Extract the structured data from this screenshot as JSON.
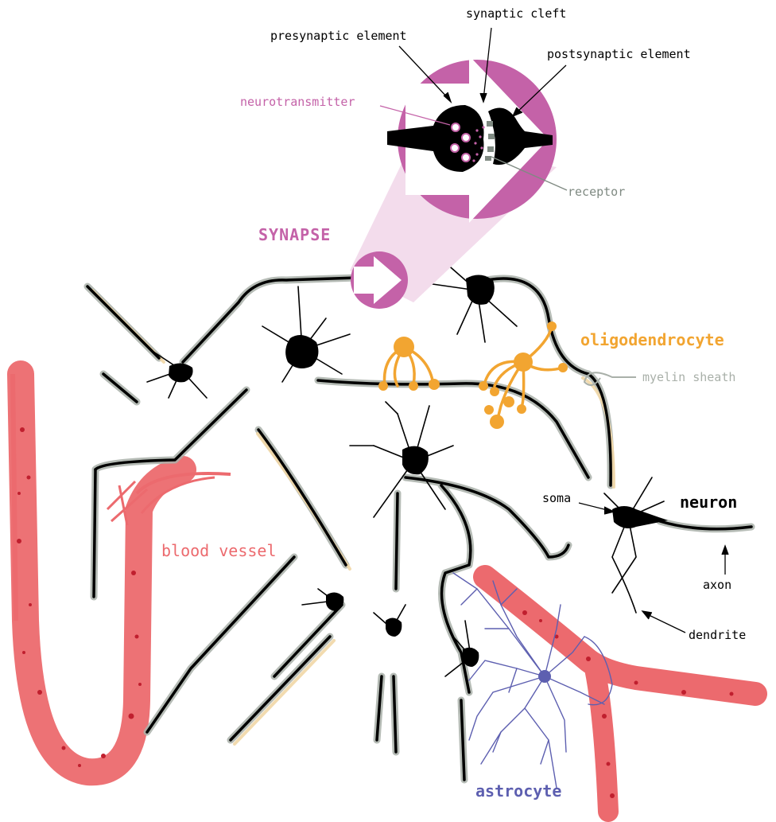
{
  "labels": {
    "synaptic_cleft": "synaptic cleft",
    "presynaptic_element": "presynaptic element",
    "postsynaptic_element": "postsynaptic element",
    "neurotransmitter": "neurotransmitter",
    "receptor": "receptor",
    "synapse": "SYNAPSE",
    "oligodendrocyte": "oligodendrocyte",
    "myelin_sheath": "myelin sheath",
    "soma": "soma",
    "neuron": "neuron",
    "blood_vessel": "blood vessel",
    "axon": "axon",
    "dendrite": "dendrite",
    "astrocyte": "astrocyte"
  },
  "colors": {
    "synapse": "#c462a8",
    "synapse_light": "#f3dcec",
    "neurotransmitter": "#c462a8",
    "receptor": "#7f8a82",
    "oligodendrocyte": "#f2a531",
    "myelin": "#a9b0a9",
    "blood_vessel": "#ec6a6e",
    "blood_dark": "#c01f2e",
    "astrocyte": "#5d5fb0",
    "neuron": "#000000"
  }
}
